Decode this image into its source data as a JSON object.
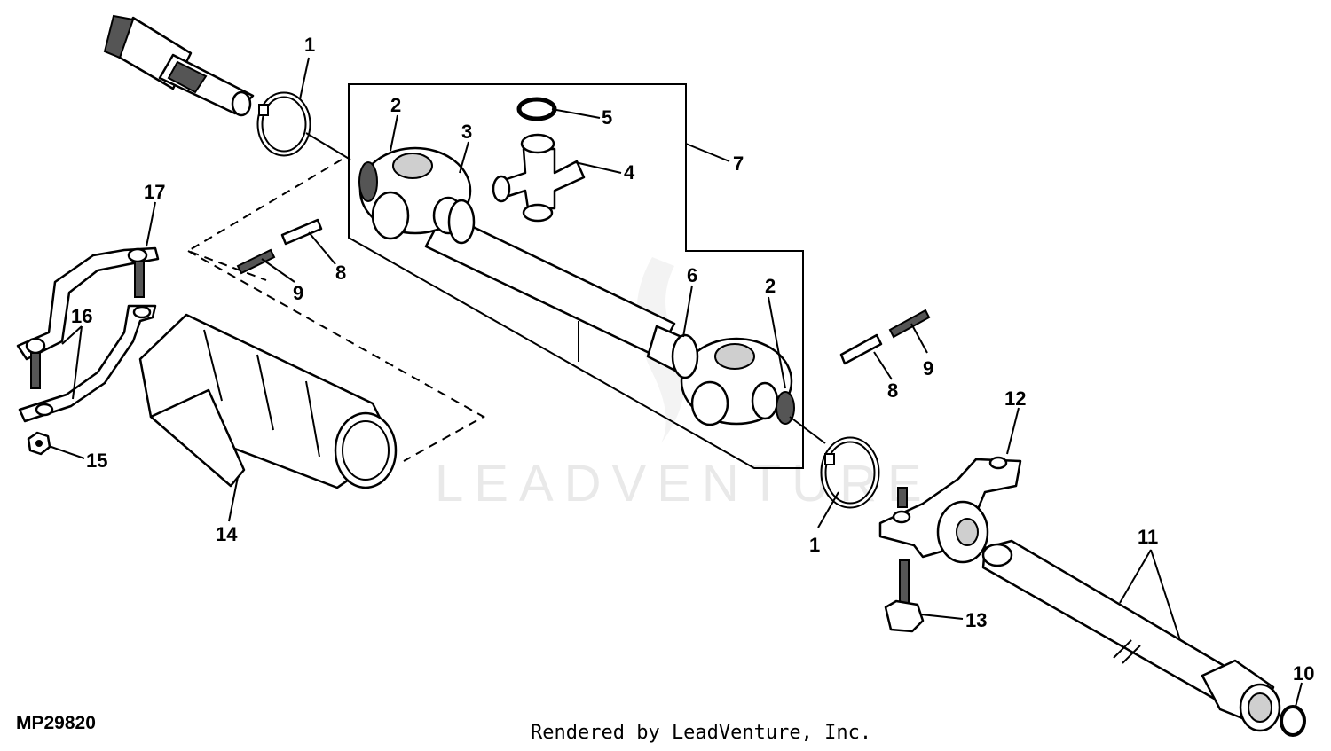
{
  "diagram": {
    "figure_id": "MP29820",
    "credit": "Rendered by LeadVenture, Inc.",
    "watermark": "LEADVENTURE",
    "callouts": {
      "c1a": "1",
      "c1b": "1",
      "c2a": "2",
      "c2b": "2",
      "c3": "3",
      "c4": "4",
      "c5": "5",
      "c6": "6",
      "c7": "7",
      "c8a": "8",
      "c8b": "8",
      "c9a": "9",
      "c9b": "9",
      "c10": "10",
      "c11": "11",
      "c12": "12",
      "c13": "13",
      "c14": "14",
      "c15": "15",
      "c16": "16",
      "c17": "17"
    }
  }
}
